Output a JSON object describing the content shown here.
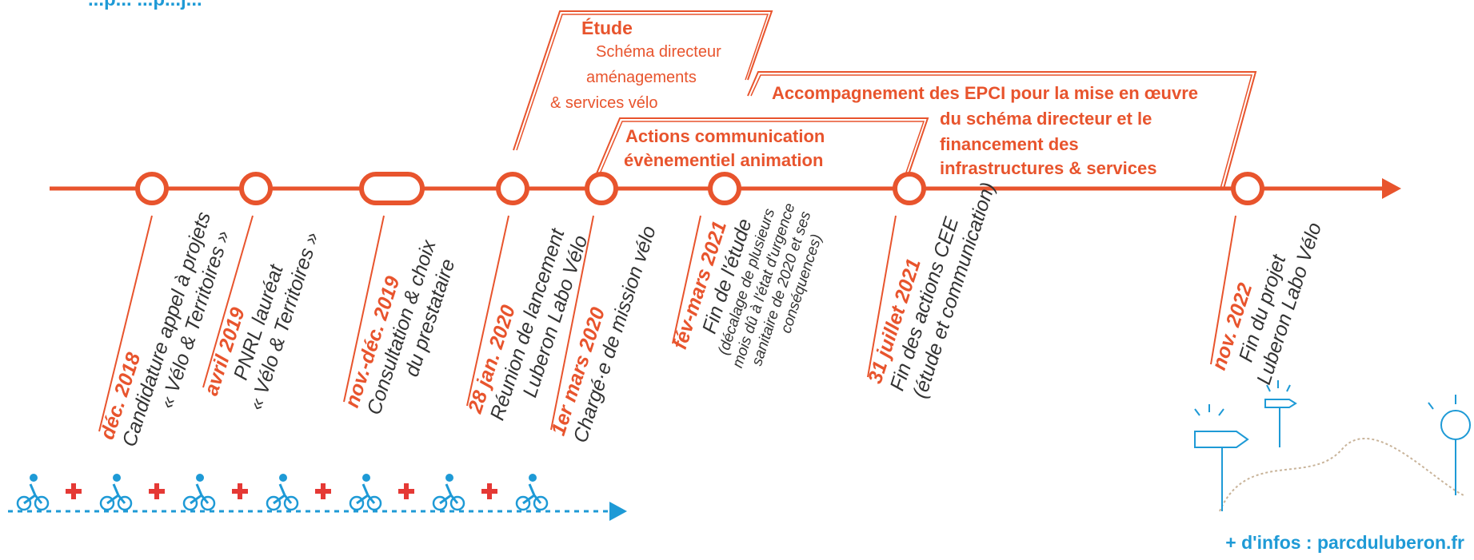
{
  "colors": {
    "accent": "#e8542d",
    "text": "#333333",
    "blue": "#1e9ad6",
    "red": "#e53935"
  },
  "header_partial": "...p... ...p...j...",
  "boxes": {
    "etude": {
      "title": "Étude",
      "lines": [
        "Schéma directeur",
        "aménagements",
        "& services vélo"
      ]
    },
    "actions": {
      "lines": [
        "Actions communication",
        "évènementiel  animation"
      ]
    },
    "accompagnement": {
      "lines": [
        "Accompagnement  des EPCI pour la mise en œuvre",
        "du schéma directeur et le",
        "financement des",
        "infrastructures & services"
      ]
    }
  },
  "milestones": [
    {
      "date": "déc. 2018",
      "lines": [
        "Candidature appel à projets",
        "« Vélo & Territoires »"
      ]
    },
    {
      "date": "avril 2019",
      "lines": [
        "PNRL lauréat",
        "« Vélo & Territoires »"
      ]
    },
    {
      "date": "nov.-déc. 2019",
      "lines": [
        "Consultation & choix",
        "du prestataire"
      ]
    },
    {
      "date": "28 jan. 2020",
      "lines": [
        "Réunion de lancement",
        "Luberon Labo Vélo"
      ]
    },
    {
      "date": "1er mars 2020",
      "lines": [
        "Chargé·e de mission vélo"
      ]
    },
    {
      "date": "fév-mars 2021",
      "lines": [
        "Fin de l'étude"
      ],
      "small": [
        "(décalage de plusieurs",
        "mois dû à l'état d'urgence",
        "sanitaire de 2020 et ses",
        "conséquences)"
      ]
    },
    {
      "date": "31 juillet 2021",
      "lines": [
        "Fin des actions CEE",
        "(étude et communication)"
      ]
    },
    {
      "date": "nov. 2022",
      "lines": [
        "Fin du projet",
        "Luberon Labo Vélo"
      ]
    }
  ],
  "icons": {
    "cyclist": "cyclist-icon",
    "plus": "plus-icon",
    "signpost": "signpost-icon",
    "bike_badge": "bike-badge-icon"
  },
  "footer": {
    "info": "+ d'infos : parcduluberon.fr"
  }
}
